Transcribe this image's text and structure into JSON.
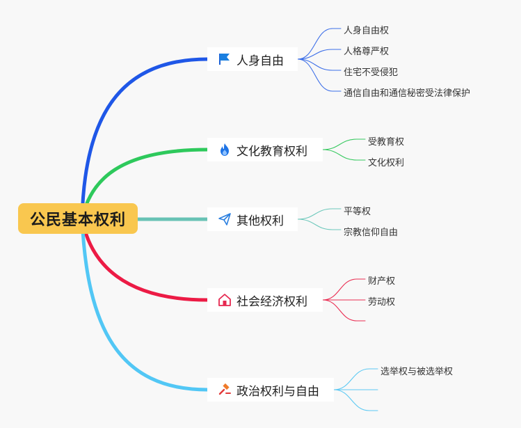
{
  "root": {
    "label": "公民基本权利",
    "color": "#f9c74f"
  },
  "branches": [
    {
      "label": "人身自由",
      "icon": "flag-icon",
      "color": "#1f57e7",
      "leaf_color": "#3d6fe8",
      "leaves": [
        "人身自由权",
        "人格尊严权",
        "住宅不受侵犯",
        "通信自由和通信秘密受法律保护"
      ]
    },
    {
      "label": "文化教育权利",
      "icon": "fire-icon",
      "color": "#2ec95c",
      "leaf_color": "#36c95f",
      "leaves": [
        "受教育权",
        "文化权利"
      ]
    },
    {
      "label": "其他权利",
      "icon": "paper-plane-icon",
      "color": "#67c2b5",
      "leaf_color": "#6cc8bb",
      "leaves": [
        "平等权",
        "宗教信仰自由"
      ]
    },
    {
      "label": "社会经济权利",
      "icon": "home-icon",
      "color": "#ec1b45",
      "leaf_color": "#ea2d52",
      "leaves": [
        "财产权",
        "劳动权",
        ""
      ]
    },
    {
      "label": "政治权利与自由",
      "icon": "gavel-icon",
      "color": "#52c7f5",
      "leaf_color": "#5cc9f3",
      "leaves": [
        "",
        "选举权与被选举权",
        ""
      ]
    }
  ]
}
